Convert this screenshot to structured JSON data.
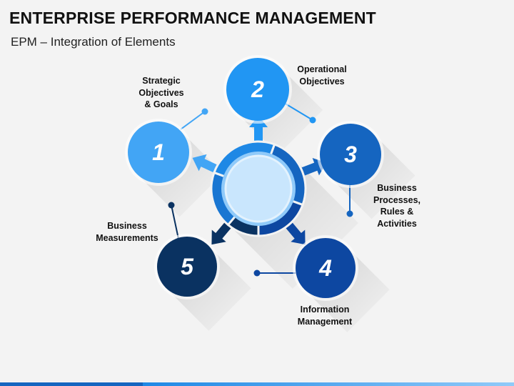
{
  "header": {
    "title": "ENTERPRISE PERFORMANCE MANAGEMENT",
    "subtitle": "EPM – Integration of Elements"
  },
  "diagram": {
    "nodes": [
      {
        "number": "1",
        "label": "Strategic\nObjectives\n& Goals",
        "color": "#42a5f5"
      },
      {
        "number": "2",
        "label": "Operational\nObjectives",
        "color": "#2196f3"
      },
      {
        "number": "3",
        "label": "Business\nProcesses,\nRules &\nActivities",
        "color": "#1565c0"
      },
      {
        "number": "4",
        "label": "Information\nManagement",
        "color": "#0d47a1"
      },
      {
        "number": "5",
        "label": "Business\nMeasurements",
        "color": "#0a3261"
      }
    ]
  }
}
